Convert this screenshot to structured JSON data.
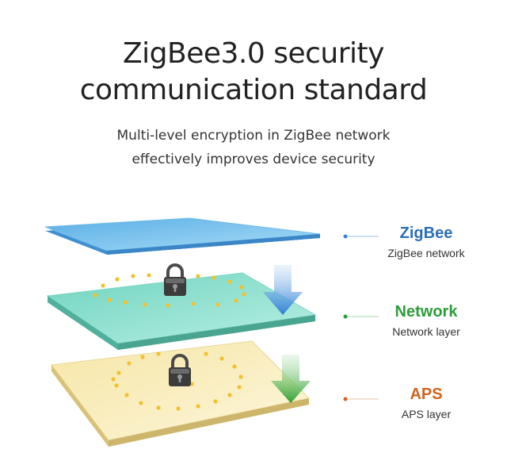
{
  "header": {
    "title_line1": "ZigBee3.0 security",
    "title_line2": "communication standard",
    "subtitle_line1": "Multi-level encryption in ZigBee network",
    "subtitle_line2": "effectively improves device security"
  },
  "layers": [
    {
      "name": "ZigBee",
      "caption": "ZigBee network",
      "color": "#2a6fb8"
    },
    {
      "name": "Network",
      "caption": "Network layer",
      "color": "#2e9c3a"
    },
    {
      "name": "APS",
      "caption": "APS layer",
      "color": "#d0641e"
    }
  ],
  "colors": {
    "zigbee_plane": "#7ec3ea",
    "network_plane": "#8fe2cf",
    "aps_plane": "#fbefc0",
    "dots": "#f2c12e",
    "arrow_blue": "#3b86d6",
    "arrow_green": "#3aa43a"
  },
  "icons": [
    "padlock-icon",
    "arrow-down-icon"
  ]
}
